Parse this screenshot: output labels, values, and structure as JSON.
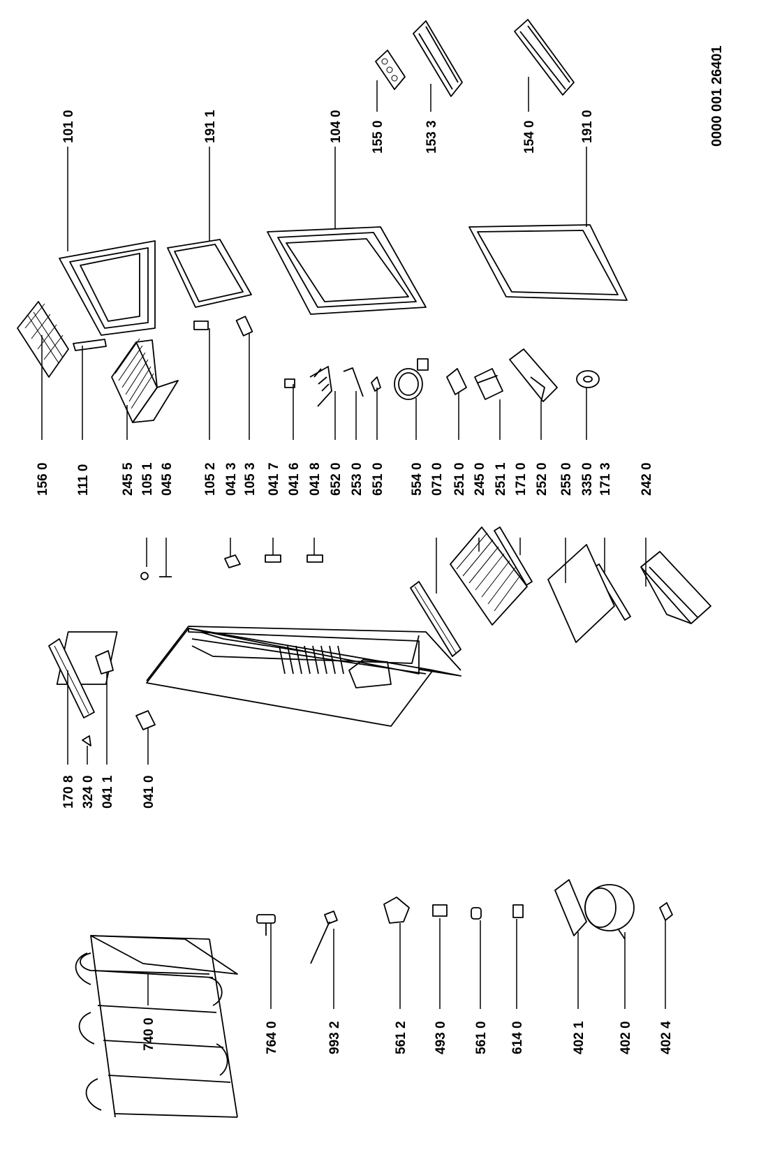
{
  "document_number": "0000 001 26401",
  "part_labels": [
    "156 0",
    "111 0",
    "245 5",
    "105 1",
    "045 6",
    "105 2",
    "041 3",
    "105 3",
    "041 7",
    "041 6",
    "041 8",
    "652 0",
    "253 0",
    "651 0",
    "554 0",
    "071 0",
    "251 0",
    "245 0",
    "251 1",
    "171 0",
    "252 0",
    "255 0",
    "335 0",
    "171 3",
    "242 0",
    "101 0",
    "191 1",
    "104 0",
    "155 0",
    "153 3",
    "154 0",
    "191 0",
    "170 8",
    "324 0",
    "041 1",
    "041 0",
    "740 0",
    "764 0",
    "993 2",
    "561 2",
    "493 0",
    "561 0",
    "614 0",
    "402 1",
    "402 0",
    "402 4"
  ]
}
